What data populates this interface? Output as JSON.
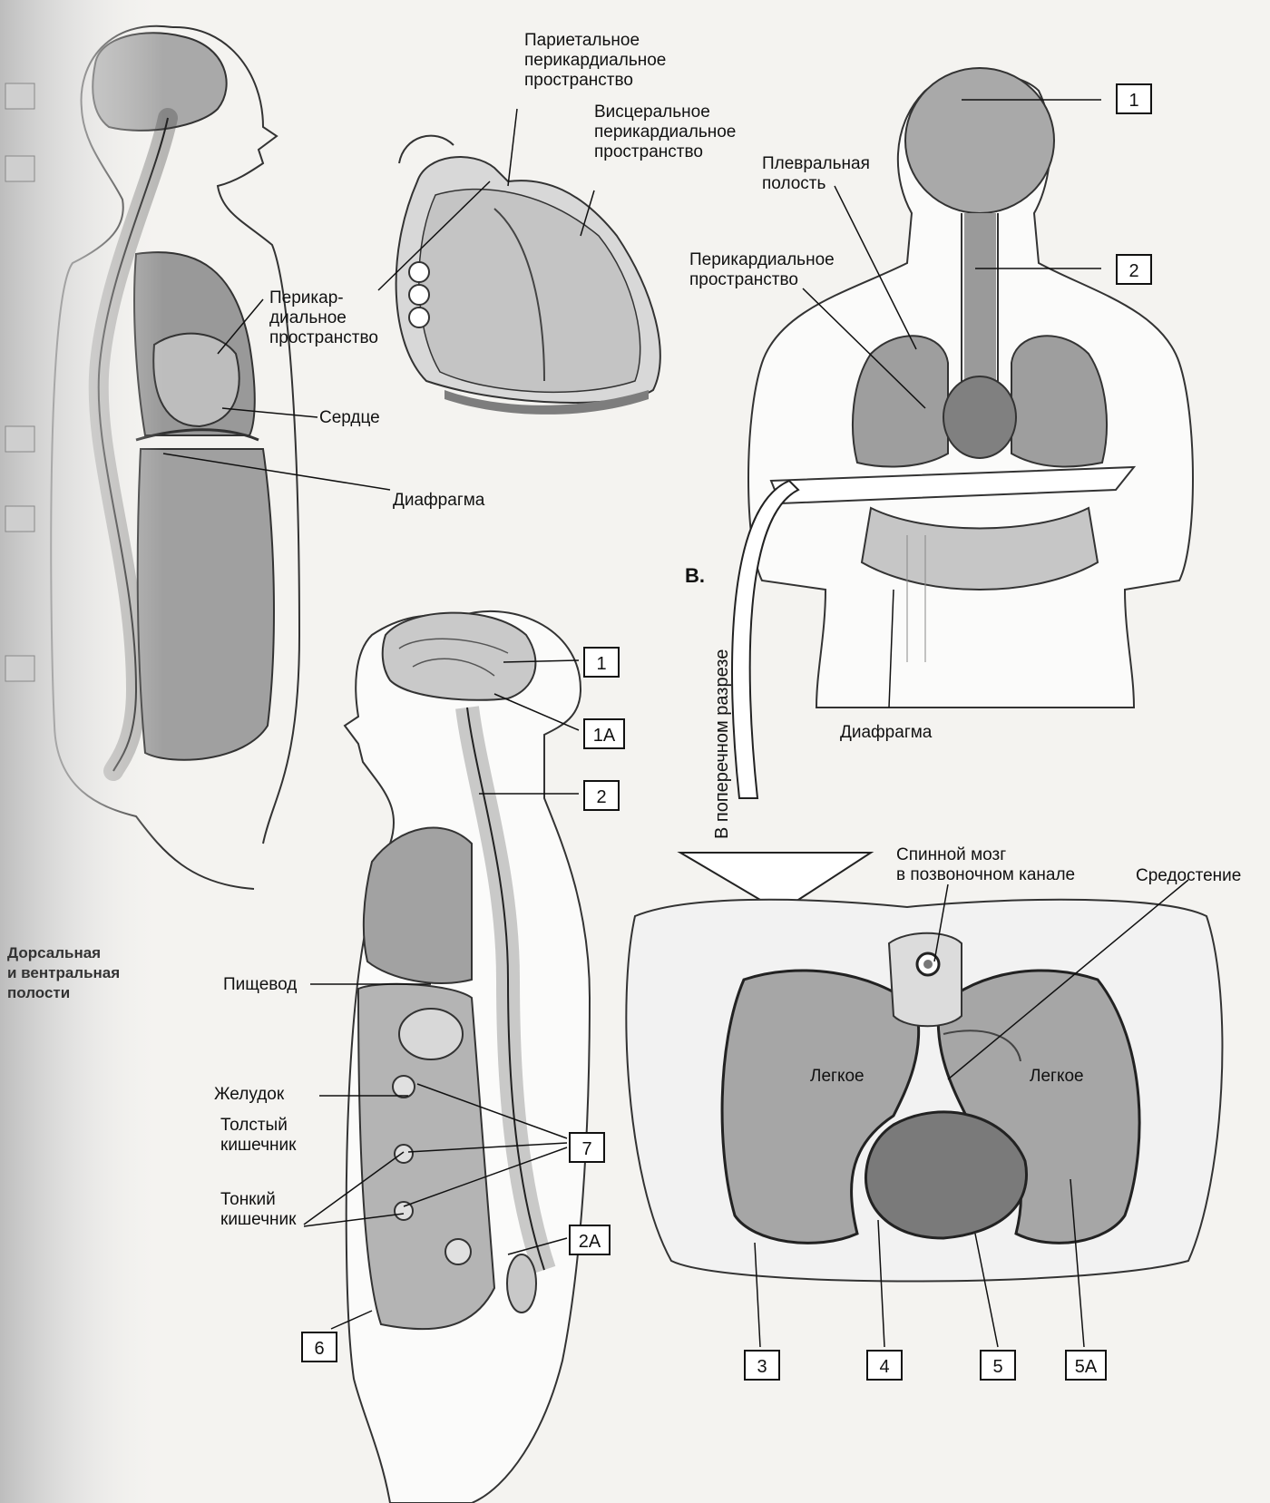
{
  "labels": {
    "parietal": "Париетальное\nперикардиальное\nпространство",
    "visceral": "Висцеральное\nперикардиальное\nпространство",
    "pleural": "Плевральная\nполость",
    "pericardial_front": "Перикардиальное\nпространство",
    "pericardial_side": "Перикар-\nдиальное\nпространство",
    "heart": "Сердце",
    "diaphragm_side": "Диафрагма",
    "diaphragm_front": "Диафрагма",
    "section_heading": "В.",
    "cross_section": "В поперечном разрезе",
    "spinal_cord": "Спинной мозг\nв позвоночном канале",
    "mediastinum": "Средостение",
    "lung_left": "Легкое",
    "lung_right": "Легкое",
    "esophagus": "Пищевод",
    "stomach": "Желудок",
    "large_intestine": "Толстый\nкишечник",
    "small_intestine": "Тонкий\nкишечник",
    "caption_left": "Дорсальная\nи вентральная\nполости"
  },
  "boxes": {
    "b1_top": "1",
    "b2_top": "2",
    "b1_mid": "1",
    "b1a": "1А",
    "b2_mid": "2",
    "b7": "7",
    "b2a": "2А",
    "b6": "6",
    "b3": "3",
    "b4": "4",
    "b5": "5",
    "b5a": "5А"
  },
  "colors": {
    "organ_fill": "#8f8f8f",
    "organ_light": "#b9b9b9",
    "line": "#222222",
    "page_bg": "#f4f3f0"
  }
}
